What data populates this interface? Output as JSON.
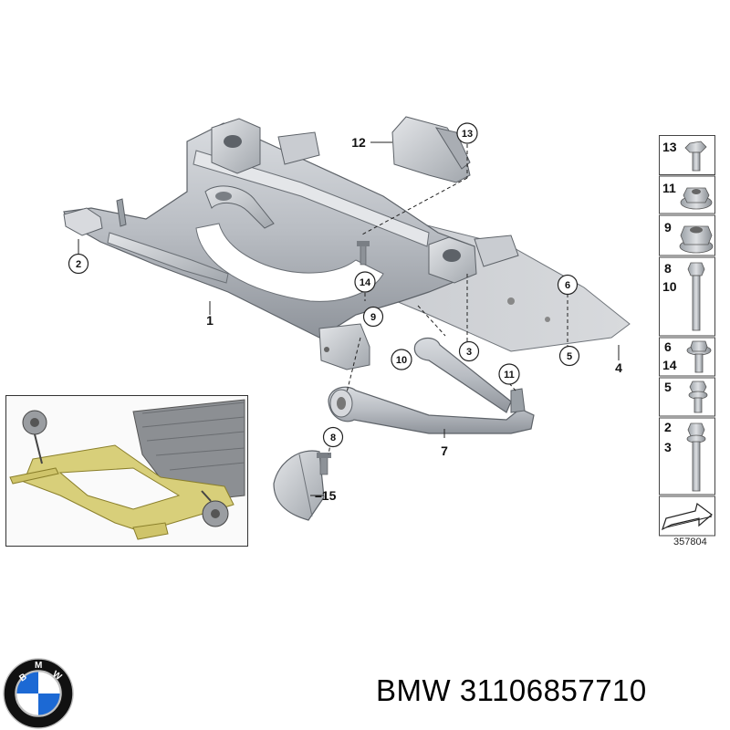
{
  "diagram": {
    "callouts": [
      {
        "id": "c2",
        "text": "2"
      },
      {
        "id": "c13",
        "text": "13"
      },
      {
        "id": "c14",
        "text": "14"
      },
      {
        "id": "c9",
        "text": "9"
      },
      {
        "id": "c6",
        "text": "6"
      },
      {
        "id": "c10",
        "text": "10"
      },
      {
        "id": "c3",
        "text": "3"
      },
      {
        "id": "c5",
        "text": "5"
      },
      {
        "id": "c11",
        "text": "11"
      },
      {
        "id": "c8",
        "text": "8"
      }
    ],
    "labels": [
      {
        "id": "l1",
        "text": "1"
      },
      {
        "id": "l12",
        "text": "12"
      },
      {
        "id": "l4",
        "text": "4"
      },
      {
        "id": "l7",
        "text": "7"
      },
      {
        "id": "l15",
        "text": "–15"
      }
    ]
  },
  "side_panel": {
    "rows": [
      {
        "labels": [
          "13"
        ]
      },
      {
        "labels": [
          "11"
        ]
      },
      {
        "labels": [
          "9"
        ]
      },
      {
        "labels": [
          "8",
          "10"
        ]
      },
      {
        "labels": [
          "6",
          "14"
        ]
      },
      {
        "labels": [
          "5"
        ]
      },
      {
        "labels": [
          "2",
          "3"
        ]
      }
    ]
  },
  "diagram_number": "357804",
  "brand": {
    "logo_letters": "BMW",
    "caption": "BMW 31106857710",
    "colors": {
      "blue": "#1c69d4",
      "ring": "#111111"
    }
  }
}
